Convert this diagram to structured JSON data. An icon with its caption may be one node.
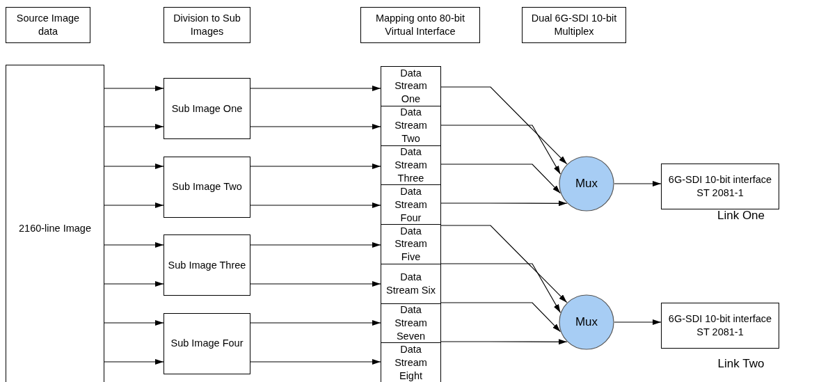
{
  "diagram": {
    "nodes": [
      {
        "text": [
          "Source Image data"
        ]
      },
      {
        "text": [
          "Division to Sub Images"
        ]
      },
      {
        "text": [
          "Mapping onto 80-bit Virtual Interface"
        ]
      },
      {
        "text": [
          "Dual 6G-SDI 10-bit Multiplex"
        ]
      },
      {
        "text": [
          "2160-line Image"
        ]
      },
      {
        "text": [
          "Sub Image One"
        ]
      },
      {
        "text": [
          "Sub Image Two"
        ]
      },
      {
        "text": [
          "Sub Image Three"
        ]
      },
      {
        "text": [
          "Sub Image Four"
        ]
      },
      {
        "text": [
          "Data Stream One"
        ]
      },
      {
        "text": [
          "Data Stream Two"
        ]
      },
      {
        "text": [
          "Data Stream Three"
        ]
      },
      {
        "text": [
          "Data Stream Four"
        ]
      },
      {
        "text": [
          "Data Stream Five"
        ]
      },
      {
        "text": [
          "Data Stream Six"
        ]
      },
      {
        "text": [
          "Data Stream Seven"
        ]
      },
      {
        "text": [
          "Data Stream Eight"
        ]
      },
      {
        "text": [
          "Mux"
        ]
      },
      {
        "text": [
          "Mux"
        ]
      },
      {
        "text": [
          "6G-SDI 10-bit interface ST 2081-1"
        ],
        "beside": [
          "Link One"
        ]
      },
      {
        "text": [
          "6G-SDI 10-bit interface ST 2081-1"
        ],
        "beside": [
          "Link Two"
        ]
      }
    ],
    "edges": [
      {
        "from": 4,
        "to": 5,
        "arrow": "to"
      },
      {
        "from": 4,
        "to": 5,
        "arrow": "to"
      },
      {
        "from": 4,
        "to": 6,
        "arrow": "to"
      },
      {
        "from": 4,
        "to": 6,
        "arrow": "to"
      },
      {
        "from": 4,
        "to": 7,
        "arrow": "to"
      },
      {
        "from": 4,
        "to": 7,
        "arrow": "to"
      },
      {
        "from": 4,
        "to": 8,
        "arrow": "to"
      },
      {
        "from": 4,
        "to": 8,
        "arrow": "to"
      },
      {
        "from": 5,
        "to": 9,
        "arrow": "to"
      },
      {
        "from": 5,
        "to": 10,
        "arrow": "to"
      },
      {
        "from": 6,
        "to": 11,
        "arrow": "to"
      },
      {
        "from": 6,
        "to": 12,
        "arrow": "to"
      },
      {
        "from": 7,
        "to": 13,
        "arrow": "to"
      },
      {
        "from": 7,
        "to": 14,
        "arrow": "to"
      },
      {
        "from": 8,
        "to": 15,
        "arrow": "to"
      },
      {
        "from": 8,
        "to": 16,
        "arrow": "to"
      },
      {
        "from": 9,
        "to": 17,
        "arrow": "to"
      },
      {
        "from": 10,
        "to": 17,
        "arrow": "to"
      },
      {
        "from": 11,
        "to": 17,
        "arrow": "to"
      },
      {
        "from": 12,
        "to": 17,
        "arrow": "to"
      },
      {
        "from": 13,
        "to": 18,
        "arrow": "to"
      },
      {
        "from": 14,
        "to": 18,
        "arrow": "to"
      },
      {
        "from": 15,
        "to": 18,
        "arrow": "to"
      },
      {
        "from": 16,
        "to": 18,
        "arrow": "to"
      },
      {
        "from": 17,
        "to": 19,
        "arrow": "to"
      },
      {
        "from": 18,
        "to": 20,
        "arrow": "to"
      }
    ]
  }
}
